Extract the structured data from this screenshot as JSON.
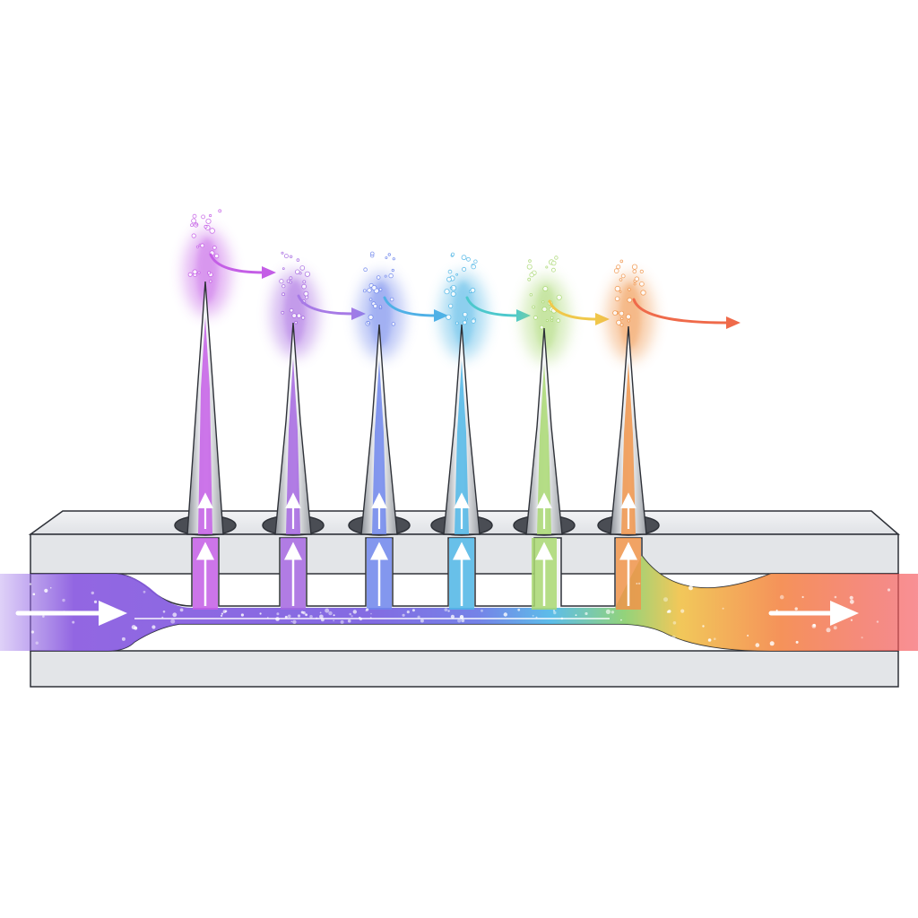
{
  "diagram": {
    "emitters": [
      {
        "id": "emitter-1",
        "color": "#c45ee6"
      },
      {
        "id": "emitter-2",
        "color": "#a466e0"
      },
      {
        "id": "emitter-3",
        "color": "#6f86ec"
      },
      {
        "id": "emitter-4",
        "color": "#4fb6e6"
      },
      {
        "id": "emitter-5",
        "color": "#a9d872"
      },
      {
        "id": "emitter-6",
        "color": "#f0944a"
      }
    ],
    "plume_arrow_colors": [
      "#c45ee6",
      "#a77ae6",
      "#4fb0e6",
      "#4cc8cc",
      "#f0c84a",
      "#ef6a4a"
    ],
    "inlet_color": "#8f5ee0",
    "outlet_color": "#f4605a",
    "block_color": "#e3e5e8",
    "outline_color": "#2e3138"
  }
}
